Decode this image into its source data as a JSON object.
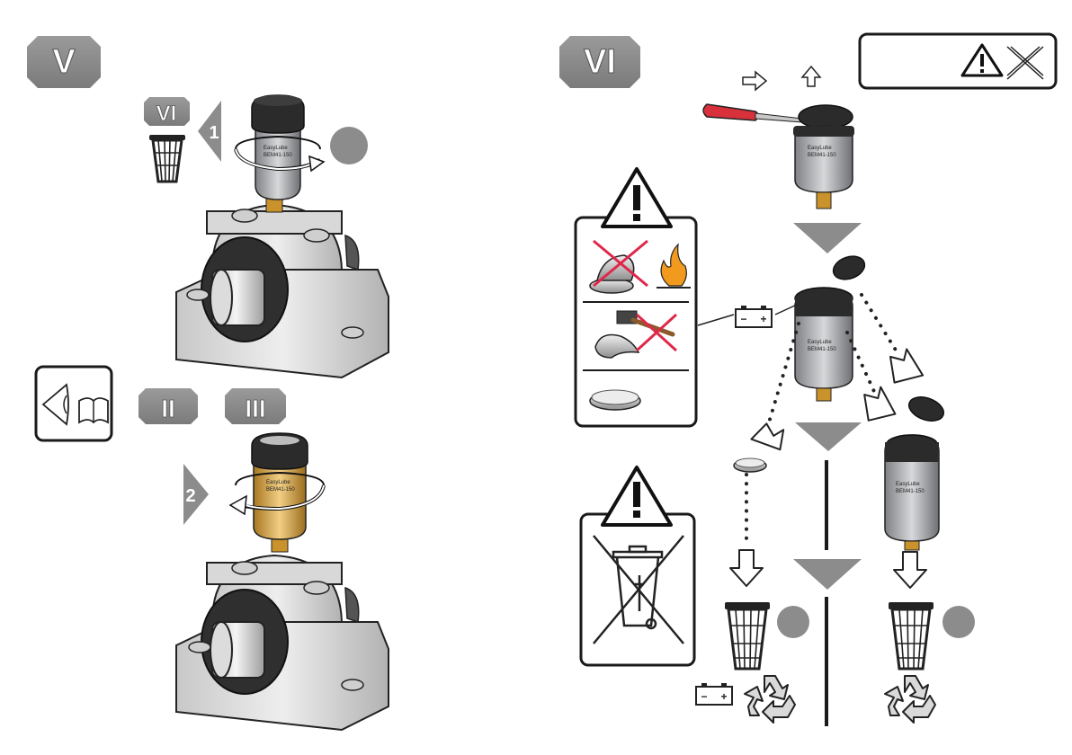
{
  "steps": {
    "step_v": "V",
    "step_vi": "VI",
    "ref_vi": "VI",
    "ref_ii": "II",
    "ref_iii": "III",
    "arrow_1": "1",
    "arrow_2": "2"
  },
  "product": {
    "label_line1": "EasyLube",
    "label_line2": "BEM41-150"
  },
  "battery": {
    "minus": "−",
    "plus": "+"
  },
  "colors": {
    "step_badge": "#8c8c8c",
    "step_badge_text": "#ffffff",
    "prohibit_red": "#e0284a",
    "dark": "#1a1a1a",
    "amber_cartridge": "#c99a3a",
    "flame_orange": "#f29a1e"
  },
  "icons": [
    "trash-basket-icon",
    "warning-triangle-icon",
    "eye-icon",
    "book-icon",
    "battery-icon",
    "recycle-icon",
    "crossed-out-bin-icon",
    "screwdriver-icon",
    "fire-icon",
    "hammer-icon"
  ]
}
